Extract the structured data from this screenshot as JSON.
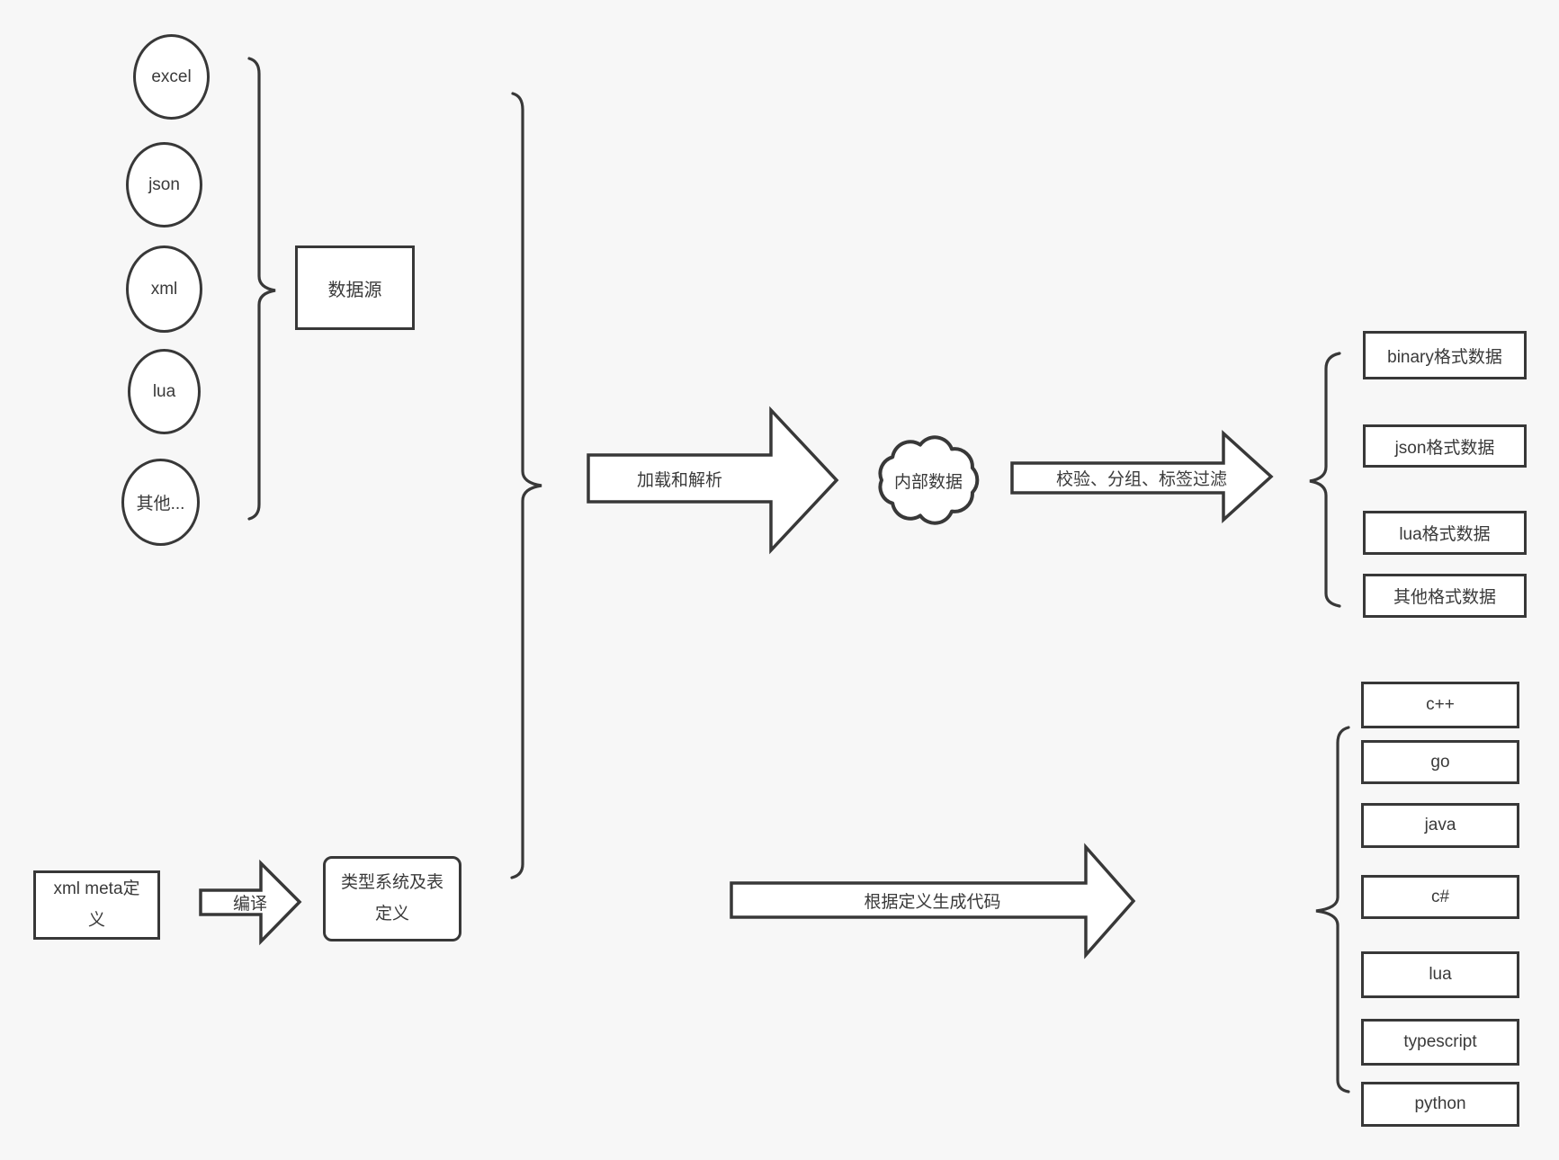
{
  "diagram": {
    "background": "#f7f7f7",
    "stroke_color": "#383838",
    "shape_fill": "#ffffff",
    "text_color": "#3a3a3a"
  },
  "sources": {
    "group_label": "数据源",
    "nodes": [
      "excel",
      "json",
      "xml",
      "lua",
      "其他..."
    ]
  },
  "pipeline": {
    "load_arrow_label": "加载和解析",
    "cloud_label": "内部数据",
    "filter_arrow_label": "校验、分组、标签过滤",
    "compile_arrow_label": "编译",
    "generate_arrow_label": "根据定义生成代码",
    "xml_meta_label": "xml meta定义",
    "type_system_label": "类型系统及表定义"
  },
  "outputs": {
    "formats": [
      "binary格式数据",
      "json格式数据",
      "lua格式数据",
      "其他格式数据"
    ],
    "languages": [
      "c++",
      "go",
      "java",
      "c#",
      "lua",
      "typescript",
      "python"
    ]
  }
}
